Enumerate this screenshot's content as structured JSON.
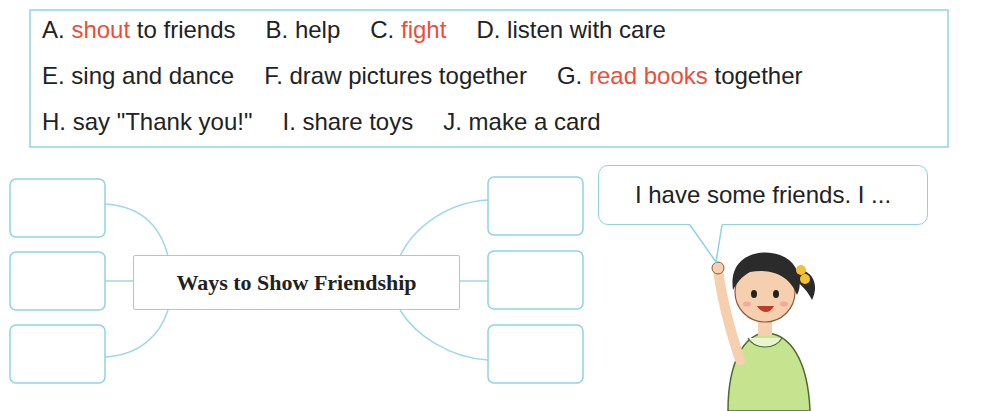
{
  "diagram": {
    "nodes": [
      {
        "text": [
          "Ways to Show Friendship"
        ]
      },
      {
        "text": [
          "I have some friends. I ..."
        ]
      }
    ],
    "labels": [
      "A.",
      "shout",
      "to friends",
      "B. help",
      "C.",
      "fight",
      "D. listen with care",
      "E. sing and dance",
      "F. draw pictures together",
      "G.",
      "read books",
      "together",
      "H. say \"Thank you!\"",
      "I. share toys",
      "J. make a card"
    ]
  }
}
